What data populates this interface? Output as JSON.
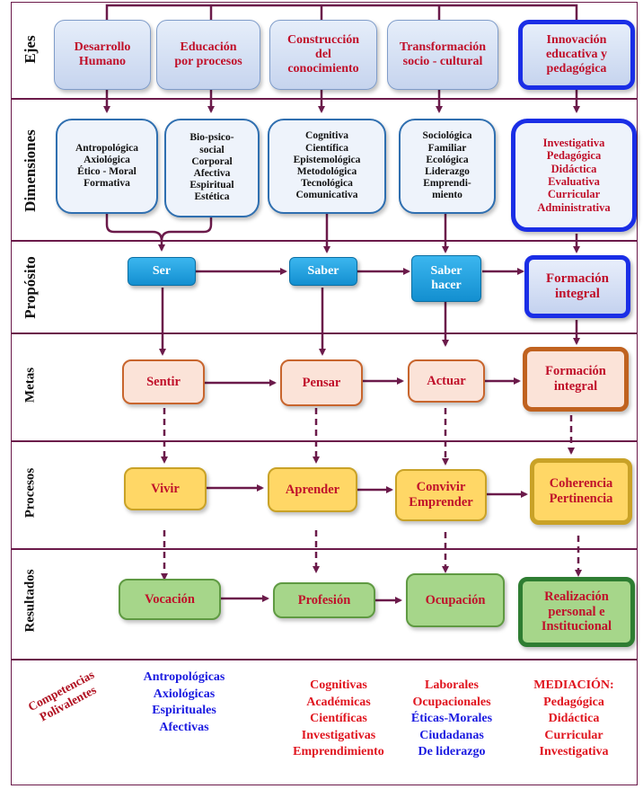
{
  "rows": {
    "ejes": "Ejes",
    "dimensiones": "Dimensiones",
    "proposito": "Propósito",
    "metas": "Metas",
    "procesos": "Procesos",
    "resultados": "Resultados",
    "competencias": "Competencias Polivalentes"
  },
  "ejes": [
    {
      "l1": "Desarrollo",
      "l2": "Humano"
    },
    {
      "l1": "Educación",
      "l2": "por procesos"
    },
    {
      "l1": "Construcción",
      "l2": "del",
      "l3": "conocimiento"
    },
    {
      "l1": "Transformación",
      "l2": "socio - cultural"
    },
    {
      "l1": "Innovación",
      "l2": "educativa y",
      "l3": "pedagógica"
    }
  ],
  "dimensiones": [
    [
      "Antropológica",
      "Axiológica",
      "Ético - Moral",
      "Formativa"
    ],
    [
      "Bio-psico-",
      "social",
      "Corporal",
      "Afectiva",
      "Espiritual",
      "Estética"
    ],
    [
      "Cognitiva",
      "Científica",
      "Epistemológica",
      "Metodológica",
      "Tecnológica",
      "Comunicativa"
    ],
    [
      "Sociológica",
      "Familiar",
      "Ecológica",
      "Liderazgo",
      "Emprendi-",
      "miento"
    ],
    [
      "Investigativa",
      "Pedagógica",
      "Didáctica",
      "Evaluativa",
      "Curricular",
      "Administrativa"
    ]
  ],
  "proposito": {
    "ser": "Ser",
    "saber": "Saber",
    "saber_hacer_1": "Saber",
    "saber_hacer_2": "hacer",
    "formacion_1": "Formación",
    "formacion_2": "integral"
  },
  "metas": {
    "sentir": "Sentir",
    "pensar": "Pensar",
    "actuar": "Actuar",
    "formacion_1": "Formación",
    "formacion_2": "integral"
  },
  "procesos": {
    "vivir": "Vivir",
    "aprender": "Aprender",
    "convivir": "Convivir",
    "emprender": "Emprender",
    "coherencia": "Coherencia",
    "pertinencia": "Pertinencia"
  },
  "resultados": {
    "vocacion": "Vocación",
    "profesion": "Profesión",
    "ocupacion": "Ocupación",
    "realizacion_1": "Realización",
    "realizacion_2": "personal e",
    "realizacion_3": "Institucional"
  },
  "competencias": {
    "col1": [
      "Antropológicas",
      "Axiológicas",
      "Espirituales",
      "Afectivas"
    ],
    "col2": [
      "Cognitivas",
      "Académicas",
      "Científicas",
      "Investigativas",
      "Emprendimiento"
    ],
    "col3": [
      "Laborales",
      "Ocupacionales",
      "Éticas-Morales",
      "Ciudadanas",
      "De liderazgo"
    ],
    "col4": [
      "MEDIACIÓN:",
      "Pedagógica",
      "Didáctica",
      "Curricular",
      "Investigativa"
    ]
  },
  "colors": {
    "connector": "#6b1a4a",
    "strong_border": "#1a2ee6",
    "text_red": "#c0102a",
    "text_blue": "#1a1ae0"
  }
}
